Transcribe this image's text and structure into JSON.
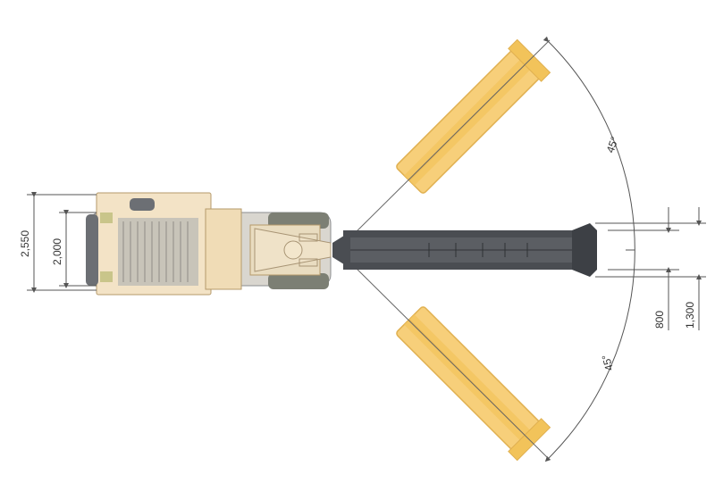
{
  "dimensions": {
    "overall_width": "2,550",
    "track_width": "2,000",
    "offset_small": "800",
    "offset_large": "1,300"
  },
  "angles": {
    "upper": "45°",
    "lower": "45°"
  },
  "colors": {
    "machine_body": "#f3e3c6",
    "machine_outline": "#b59a6a",
    "tracks": "#6c6f74",
    "arm_dark": "#4a4d52",
    "attachment_yellow": "#f7cf7a",
    "attachment_outline": "#e0b050",
    "dimension_line": "#555555"
  }
}
